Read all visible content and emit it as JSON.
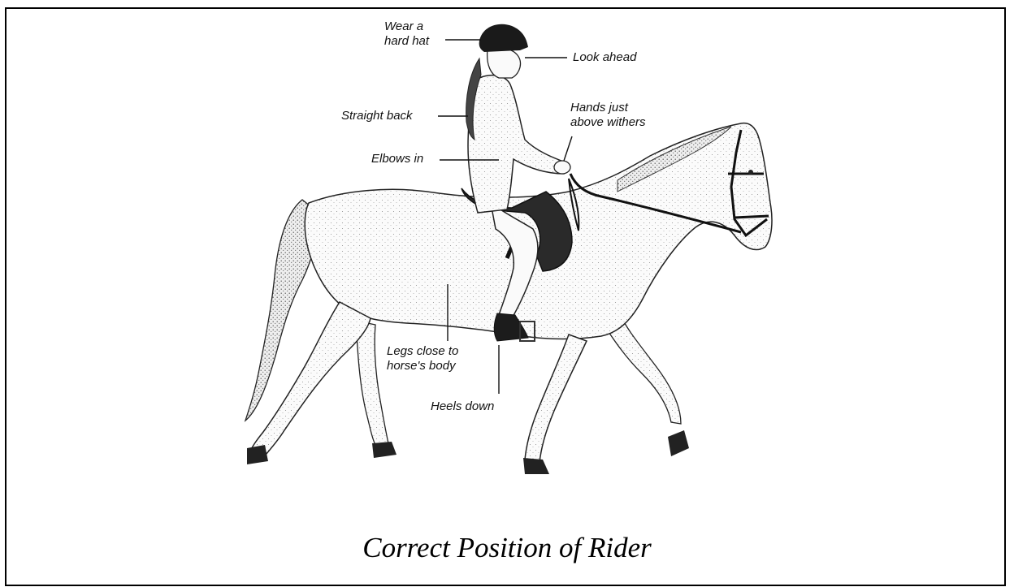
{
  "labels": {
    "wear_hard_hat": "Wear a\nhard hat",
    "look_ahead": "Look ahead",
    "straight_back": "Straight back",
    "hands_above_withers": "Hands just\nabove withers",
    "elbows_in": "Elbows in",
    "legs_close": "Legs close to\nhorse's body",
    "heels_down": "Heels down"
  },
  "caption": "Correct Position of Rider"
}
